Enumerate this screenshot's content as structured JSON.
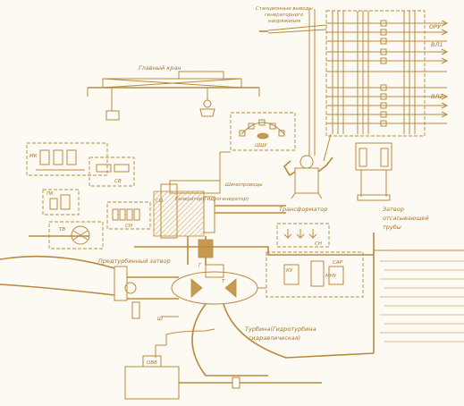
{
  "labels": {
    "station_outputs": "Станционные выводы",
    "generator_voltage": "генераторного",
    "voltage": "напряжения",
    "oru": "ОРУ",
    "vl1": "ВЛ1",
    "vl2": "ВЛ2",
    "main_crane": "Главный кран",
    "tsu": "ЦЩУ",
    "mk": "МК",
    "pk": "ПК",
    "sv": "СВ",
    "tv": "ТВ",
    "sn_left": "СН",
    "so": "СО",
    "generator": "Генератор(Гидрогенератор)",
    "busbars": "Шинопроводы",
    "transformer": "Трансформатор",
    "sn_right": "СН",
    "gate_label_1": "Затвор",
    "gate_label_2": "отсасывающей",
    "gate_label_3": "трубы",
    "preturbine_gate": "Предтурбинный затвор",
    "sar": "САР",
    "ku": "КУ",
    "mnu": "МНУ",
    "turbine_1": "Турбина(Гидротурбина",
    "turbine_2": "гидравлическая)",
    "ovv": "ОВВ",
    "g_mark": "Г",
    "t_mark": "Т",
    "sh_mark": "Ш"
  }
}
